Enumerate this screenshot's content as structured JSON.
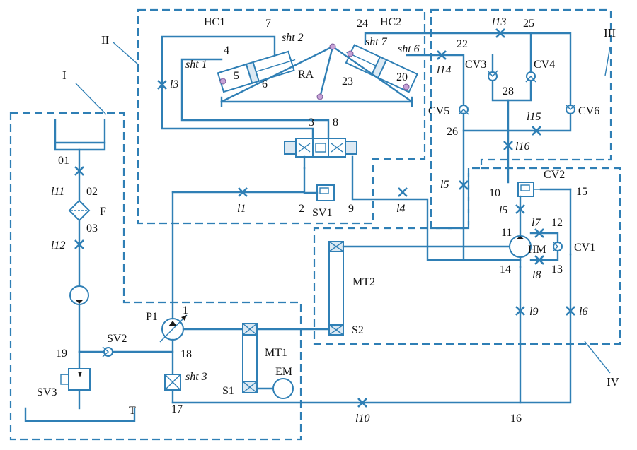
{
  "regions": {
    "I": "I",
    "II": "II",
    "III": "III",
    "IV": "IV"
  },
  "components": {
    "HC1": "HC1",
    "HC2": "HC2",
    "RA": "RA",
    "SV1": "SV1",
    "SV2": "SV2",
    "SV3": "SV3",
    "F": "F",
    "T": "T",
    "P1": "P1",
    "MT1": "MT1",
    "MT2": "MT2",
    "EM": "EM",
    "S1": "S1",
    "S2": "S2",
    "HM": "HM",
    "CV1": "CV1",
    "CV2": "CV2",
    "CV3": "CV3",
    "CV4": "CV4",
    "CV5": "CV5",
    "CV6": "CV6"
  },
  "nodes": [
    "1",
    "2",
    "3",
    "4",
    "5",
    "6",
    "7",
    "8",
    "9",
    "10",
    "11",
    "12",
    "13",
    "14",
    "15",
    "16",
    "17",
    "18",
    "19",
    "20",
    "22",
    "23",
    "24",
    "25",
    "26",
    "28",
    "01",
    "02",
    "03"
  ],
  "nodes_map": {
    "n1": "1",
    "n2": "2",
    "n3": "3",
    "n4": "4",
    "n5": "5",
    "n6": "6",
    "n7": "7",
    "n8": "8",
    "n9": "9",
    "n10": "10",
    "n11": "11",
    "n12": "12",
    "n13": "13",
    "n14": "14",
    "n15": "15",
    "n16": "16",
    "n17": "17",
    "n18": "18",
    "n19": "19",
    "n20": "20",
    "n22": "22",
    "n23": "23",
    "n24": "24",
    "n25": "25",
    "n26": "26",
    "n28": "28",
    "n01": "01",
    "n02": "02",
    "n03": "03"
  },
  "pipe_labels": {
    "l1": "1",
    "l3": "3",
    "l4": "4",
    "l5a": "5",
    "l5b": "5",
    "l6": "6",
    "l7": "7",
    "l8": "8",
    "l9": "9",
    "l10": "10",
    "l11": "11",
    "l12": "12",
    "l13": "13",
    "l14": "14",
    "l15": "15",
    "l16": "16"
  },
  "pipe_prefix": "l",
  "sht_labels": {
    "s1": "1",
    "s2": "2",
    "s3": "3",
    "s6": "6",
    "s7": "7"
  },
  "sht_prefix": "sht",
  "colors": {
    "pipe": "#2f7fb5",
    "text": "#111111",
    "pivot": "#c7a2d6"
  }
}
